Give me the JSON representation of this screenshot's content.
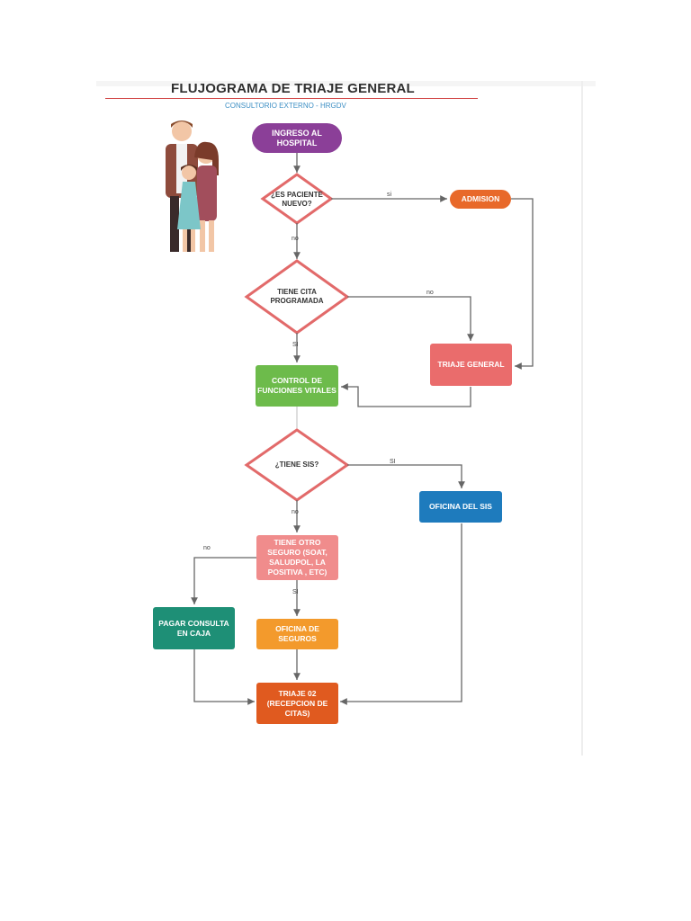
{
  "header": {
    "title": "FLUJOGRAMA DE TRIAJE GENERAL",
    "subtitle": "CONSULTORIO EXTERNO - HRGDV"
  },
  "nodes": {
    "ingreso": "INGRESO AL HOSPITAL",
    "es_paciente_nuevo": "¿ES PACIENTE NUEVO?",
    "admision": "ADMISION",
    "tiene_cita": "TIENE CITA PROGRAMADA",
    "triaje_general": "TRIAJE GENERAL",
    "control_funciones": "CONTROL DE FUNCIONES VITALES",
    "tiene_sis": "¿TIENE SIS?",
    "oficina_sis": "OFICINA DEL SIS",
    "tiene_otro_seguro": "TIENE OTRO SEGURO (SOAT, SALUDPOL, LA POSITIVA , ETC)",
    "pagar_consulta": "PAGAR CONSULTA EN CAJA",
    "oficina_seguros": "OFICINA DE SEGUROS",
    "triaje_02": "TRIAJE 02 (RECEPCION DE CITAS)"
  },
  "edge_labels": {
    "nuevo_si": "si",
    "nuevo_no": "no",
    "cita_no": "no",
    "cita_si": "SI",
    "sis_si": "SI",
    "sis_no": "no",
    "seguro_no": "no",
    "seguro_si": "SI"
  },
  "colors": {
    "purple": "#8b3f98",
    "orange": "#e8692a",
    "salmon": "#ea6c6c",
    "green": "#6dbb4b",
    "blue": "#1e7bbd",
    "pink": "#f08c8c",
    "teal": "#1e8f76",
    "amber": "#f39a2c",
    "dark_orange": "#e05a1f",
    "diamond_stroke": "#e26a6a",
    "connector": "#666666"
  },
  "illustration": "family-illustration"
}
